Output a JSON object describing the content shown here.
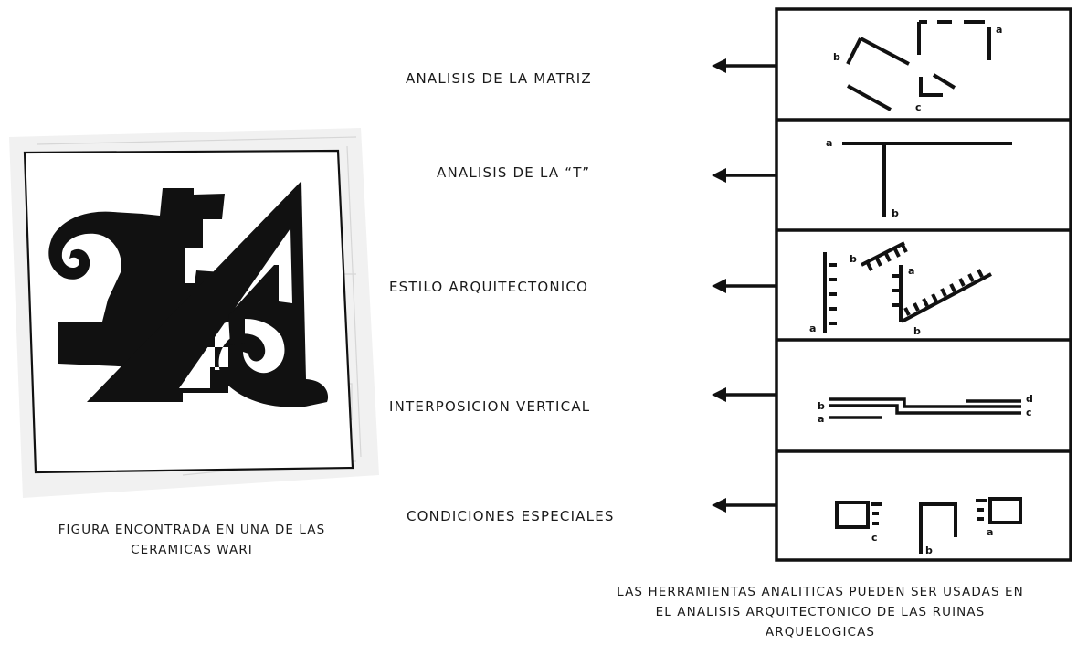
{
  "labels": [
    "ANALISIS DE LA MATRIZ",
    "ANALISIS DE LA “T”",
    "ESTILO ARQUITECTONICO",
    "INTERPOSICION VERTICAL",
    "CONDICIONES ESPECIALES"
  ],
  "figure_caption": {
    "line1": "FIGURA ENCONTRADA EN UNA DE LAS",
    "line2": "CERAMICAS WARI"
  },
  "tools_caption": {
    "line1": "LAS HERRAMIENTAS ANALITICAS PUEDEN SER USADAS EN",
    "line2": "EL ANALISIS ARQUITECTONICO DE LAS RUINAS",
    "line3": "ARQUELOGICAS"
  },
  "panel_letters": {
    "matriz": [
      "a",
      "b",
      "c"
    ],
    "t": [
      "a",
      "b"
    ],
    "estilo": [
      "a",
      "b",
      "a",
      "b"
    ],
    "interposicion": [
      "b",
      "a",
      "d",
      "c"
    ],
    "condiciones": [
      "c",
      "b",
      "a"
    ]
  }
}
